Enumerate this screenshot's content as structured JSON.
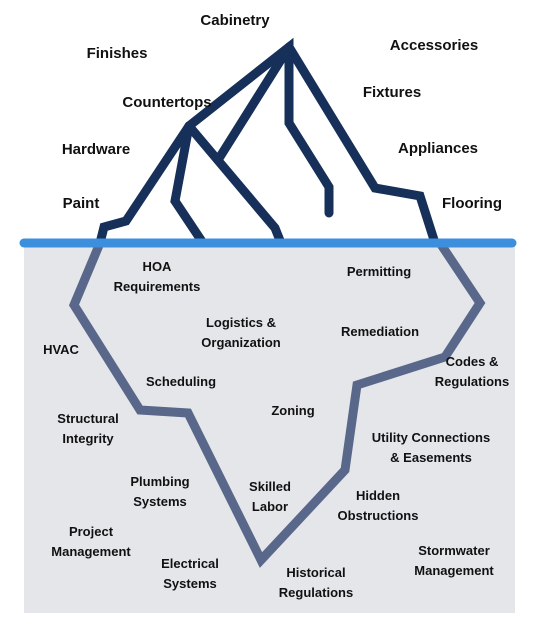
{
  "colors": {
    "above_outline": "#16305a",
    "below_outline": "#58678a",
    "water_line": "#3b8fdd",
    "water": "#e4e6ea",
    "text": "#111111"
  },
  "above": {
    "cabinetry": "Cabinetry",
    "accessories": "Accessories",
    "finishes": "Finishes",
    "fixtures": "Fixtures",
    "countertops": "Countertops",
    "hardware": "Hardware",
    "appliances": "Appliances",
    "paint": "Paint",
    "flooring": "Flooring"
  },
  "below": {
    "hoa_line1": "HOA",
    "hoa_line2": "Requirements",
    "permitting": "Permitting",
    "logistics_line1": "Logistics &",
    "logistics_line2": "Organization",
    "remediation": "Remediation",
    "hvac": "HVAC",
    "codes_line1": "Codes &",
    "codes_line2": "Regulations",
    "scheduling": "Scheduling",
    "zoning": "Zoning",
    "structural_line1": "Structural",
    "structural_line2": "Integrity",
    "utility_line1": "Utility Connections",
    "utility_line2": "& Easements",
    "plumbing_line1": "Plumbing",
    "plumbing_line2": "Systems",
    "skilled_line1": "Skilled",
    "skilled_line2": "Labor",
    "hidden_line1": "Hidden",
    "hidden_line2": "Obstructions",
    "project_line1": "Project",
    "project_line2": "Management",
    "stormwater_line1": "Stormwater",
    "stormwater_line2": "Management",
    "electrical_line1": "Electrical",
    "electrical_line2": "Systems",
    "historical_line1": "Historical",
    "historical_line2": "Regulations"
  }
}
